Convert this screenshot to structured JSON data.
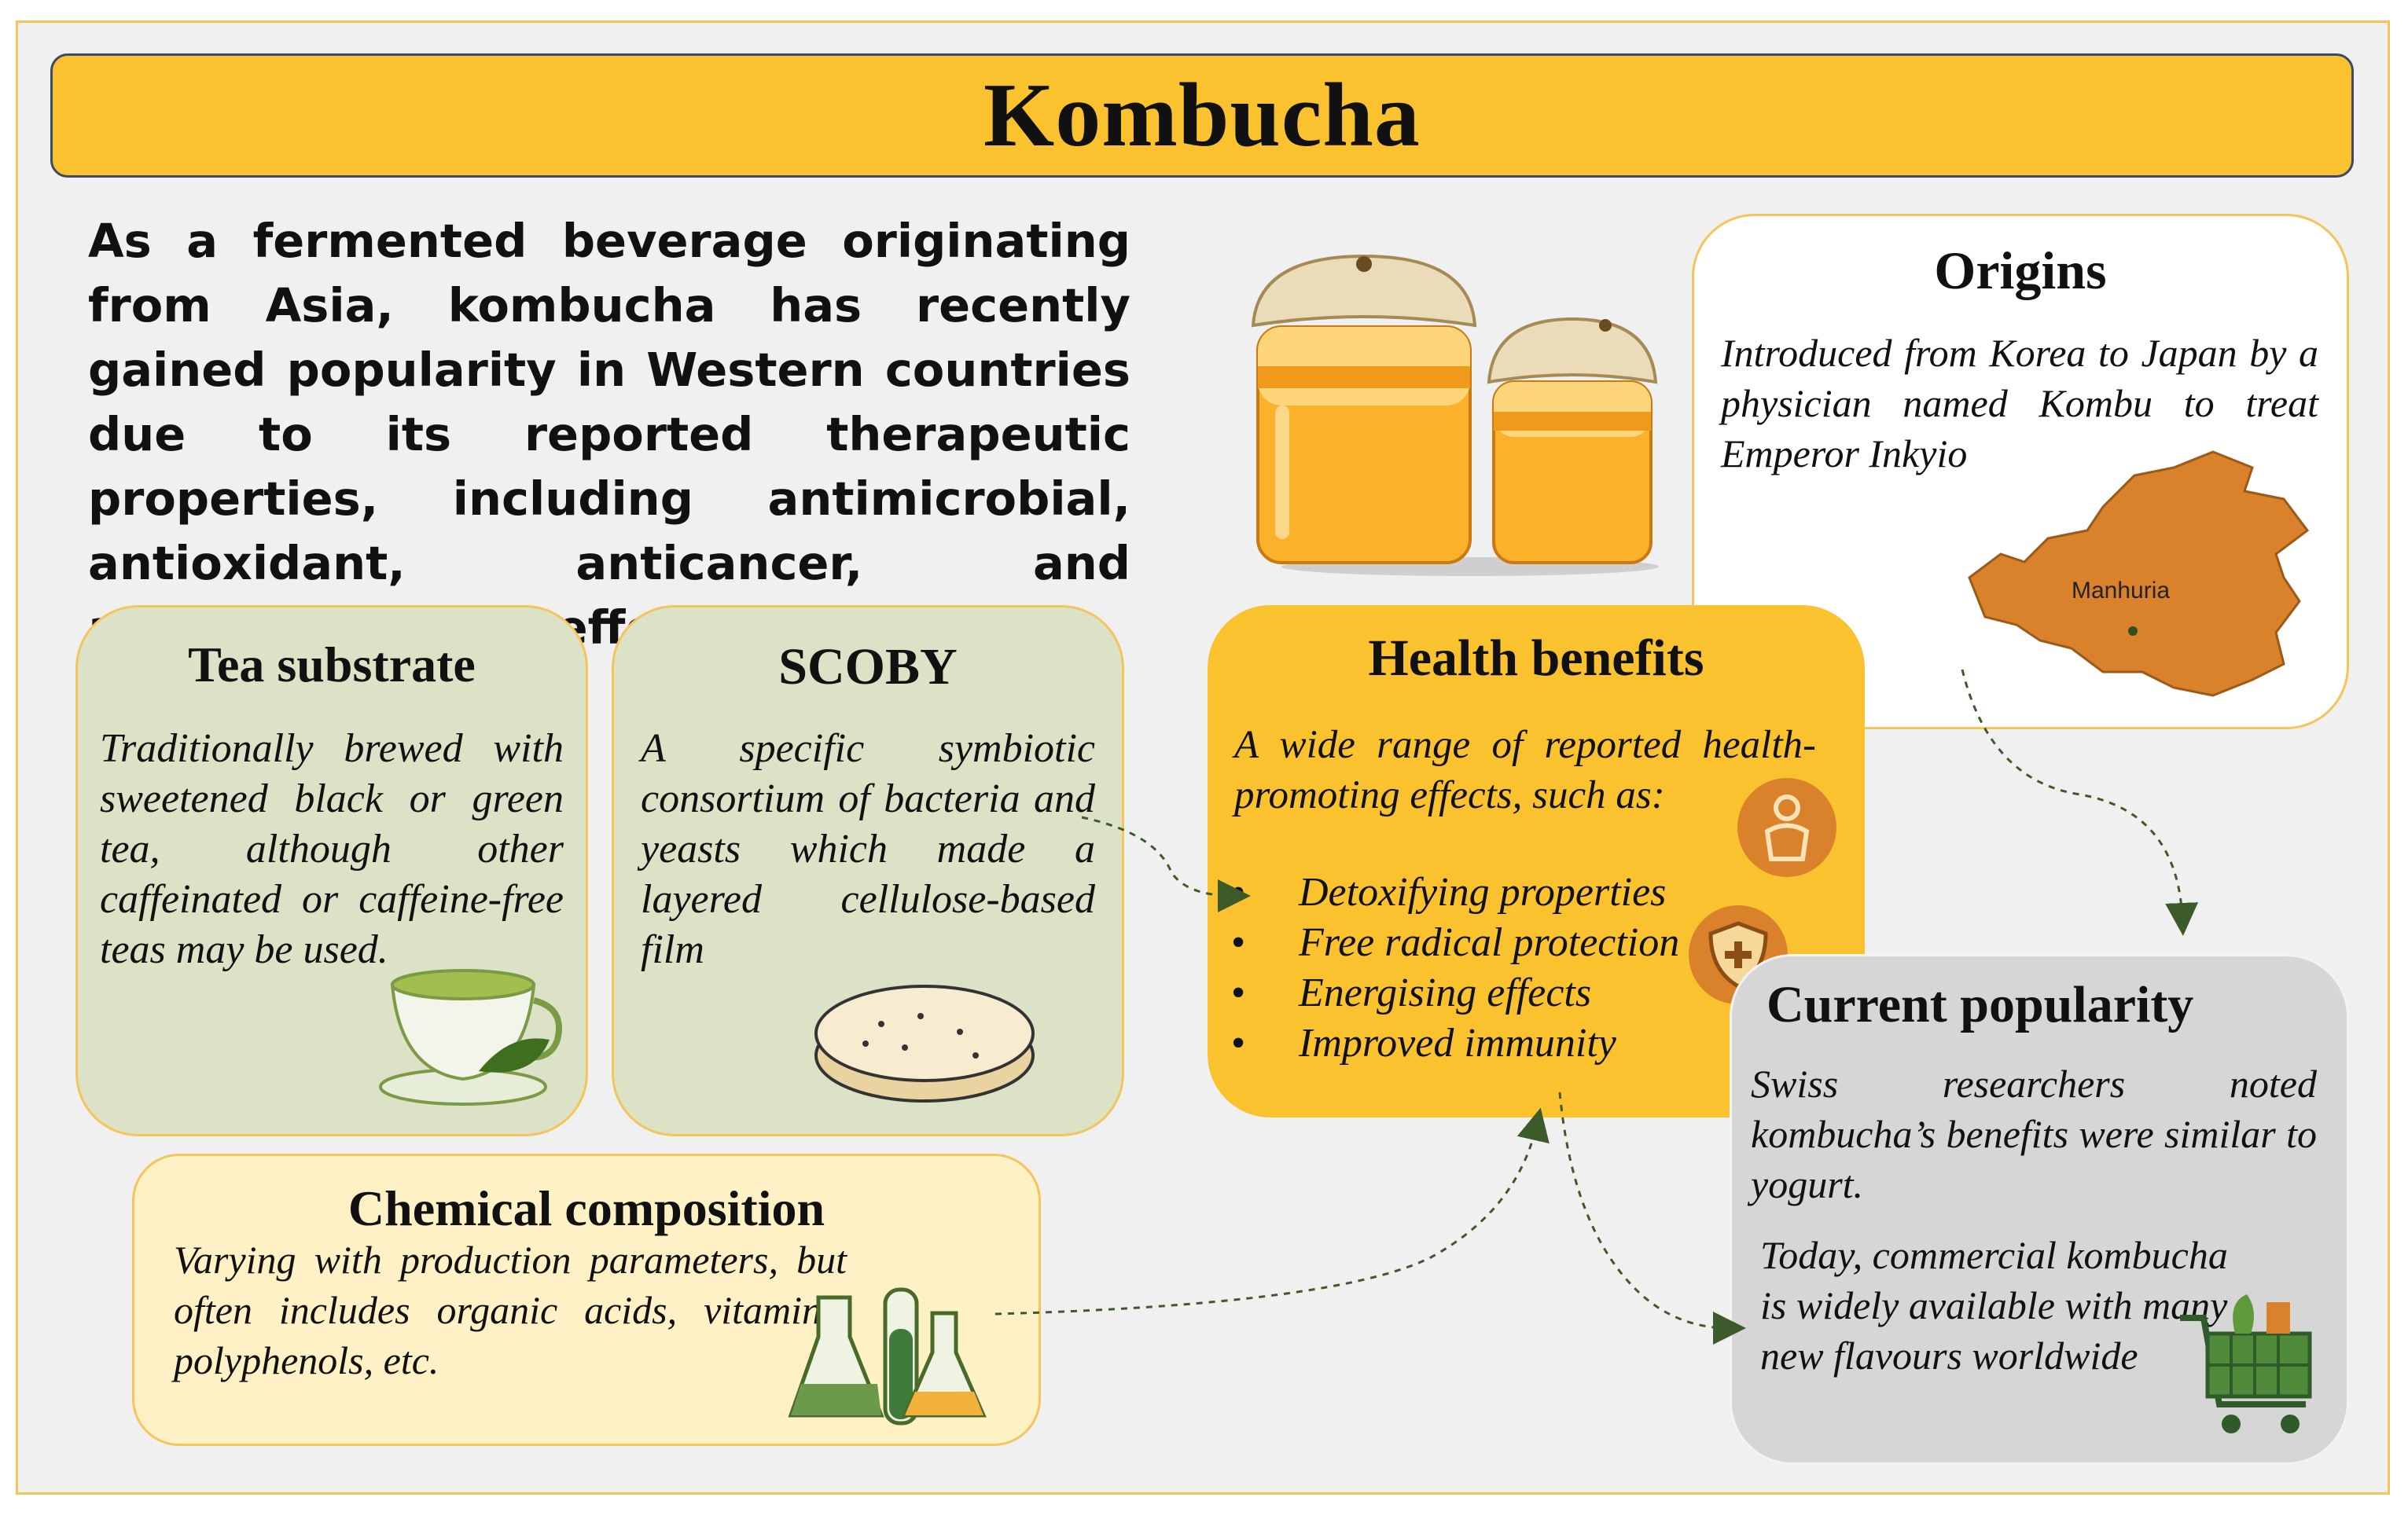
{
  "title": "Kombucha",
  "intro": "As a fermented beverage originating from Asia, kombucha has recently gained popularity in Western countries due to its reported therapeutic properties, including antimicrobial, antioxidant, anticancer, and antiinflammatory effects",
  "tea_substrate": {
    "heading": "Tea substrate",
    "text": "Traditionally brewed with sweetened black or green tea, although other caffeinated or caffeine-free teas may be used."
  },
  "scoby": {
    "heading": "SCOBY",
    "text": "A specific symbiotic consortium of bacteria and yeasts which made a layered cellulose-based film"
  },
  "chemical": {
    "heading": "Chemical composition",
    "text": "Varying with production parameters, but often includes organic acids, vitamins, polyphenols, etc."
  },
  "health": {
    "heading": "Health benefits",
    "lead": "A wide range of reported health-promoting effects, such as:",
    "items": [
      "Detoxifying properties",
      "Free radical protection",
      "Energising effects",
      "Improved immunity"
    ]
  },
  "origins": {
    "heading": "Origins",
    "text": "Introduced from Korea to Japan by a physician named Kombu to treat Emperor Inkyio",
    "map_label": "Manhuria"
  },
  "popularity": {
    "heading": "Current popularity",
    "text1": "Swiss researchers noted kombucha’s benefits were similar to yogurt.",
    "text2": "Today, commercial kombucha is widely available with many new flavours worldwide"
  },
  "colors": {
    "accent_yellow": "#fbc230",
    "box_green": "#dbe2c6",
    "box_cream": "#fef1c6",
    "box_grey": "#d6d6d6",
    "map_orange": "#d9822b"
  },
  "icons": [
    "kombucha-jars-illustration",
    "tea-cup-icon",
    "scoby-disc-icon",
    "lab-flasks-icon",
    "wellness-person-icon",
    "shield-plus-icon",
    "china-map",
    "shopping-cart-icon"
  ]
}
